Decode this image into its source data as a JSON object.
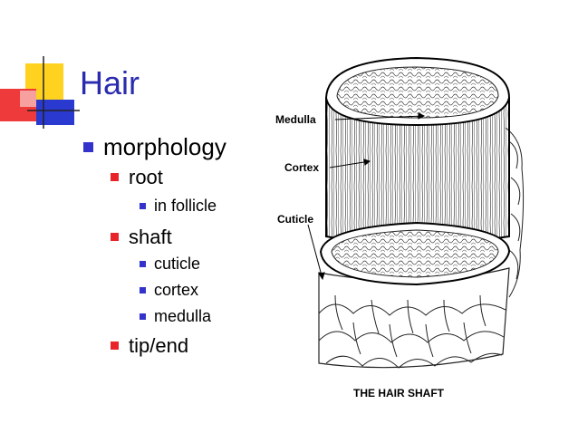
{
  "slide": {
    "title": "Hair",
    "bullets": [
      {
        "level": 1,
        "text": "morphology"
      },
      {
        "level": 2,
        "text": "root"
      },
      {
        "level": 3,
        "text": "in follicle"
      },
      {
        "level": 2,
        "text": "shaft"
      },
      {
        "level": 3,
        "text": "cuticle"
      },
      {
        "level": 3,
        "text": "cortex"
      },
      {
        "level": 3,
        "text": "medulla"
      },
      {
        "level": 2,
        "text": "tip/end"
      }
    ]
  },
  "figure": {
    "labels": {
      "medulla": "Medulla",
      "cortex": "Cortex",
      "cuticle": "Cuticle"
    },
    "caption": "THE HAIR SHAFT"
  },
  "colors": {
    "title": "#2b2bb0",
    "bullet_level1": "#3333cc",
    "bullet_level2": "#e8242a",
    "logo_yellow": "#ffd21f",
    "logo_red": "#ee3a3a",
    "logo_blue": "#2a3ad0"
  }
}
